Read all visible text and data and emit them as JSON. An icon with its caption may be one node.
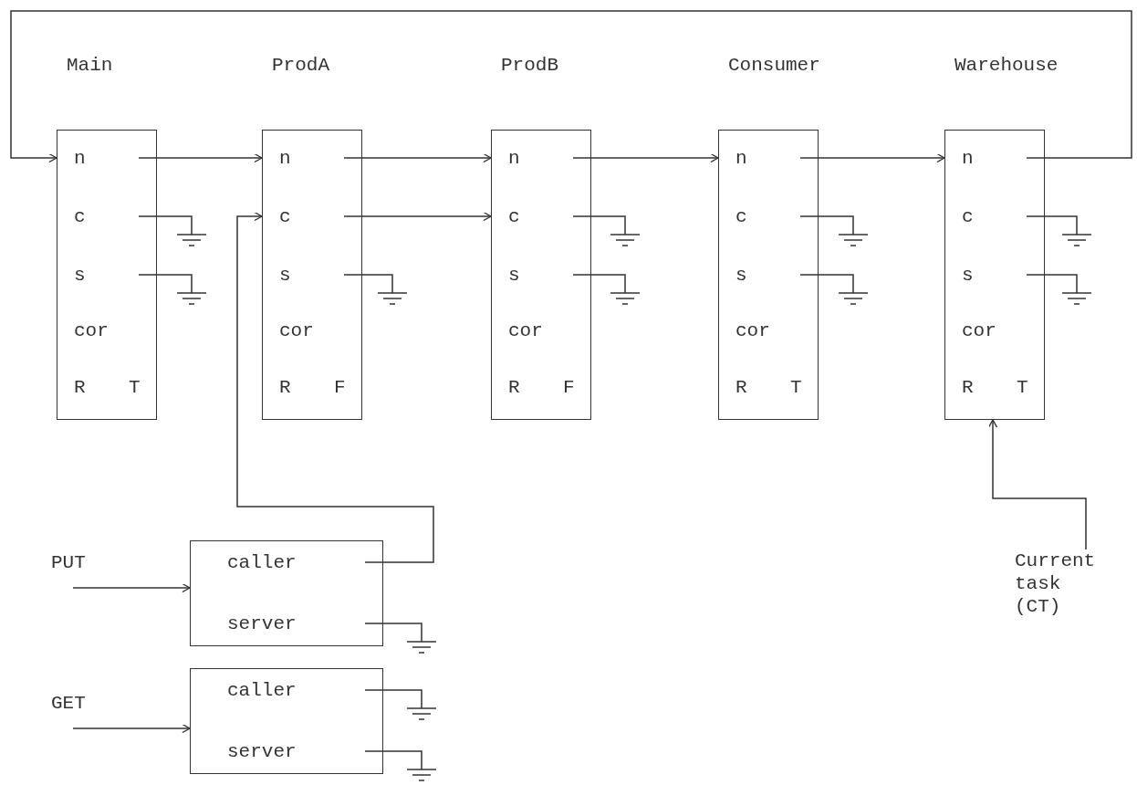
{
  "diagram": {
    "nodes": [
      {
        "text": [
          "Main",
          "n",
          "c",
          "s",
          "cor",
          "R",
          "T"
        ]
      },
      {
        "text": [
          "ProdA",
          "n",
          "c",
          "s",
          "cor",
          "R",
          "F"
        ]
      },
      {
        "text": [
          "ProdB",
          "n",
          "c",
          "s",
          "cor",
          "R",
          "F"
        ]
      },
      {
        "text": [
          "Consumer",
          "n",
          "c",
          "s",
          "cor",
          "R",
          "T"
        ]
      },
      {
        "text": [
          "Warehouse",
          "n",
          "c",
          "s",
          "cor",
          "R",
          "T"
        ]
      },
      {
        "text": [
          "PUT"
        ]
      },
      {
        "text": [
          "caller",
          "server"
        ]
      },
      {
        "text": [
          "GET"
        ]
      },
      {
        "text": [
          "caller",
          "server"
        ]
      },
      {
        "text": [
          "Current task (CT)"
        ]
      }
    ],
    "edges": [
      {
        "from": 0,
        "to": 1,
        "arrow": "to"
      },
      {
        "from": 1,
        "to": 2,
        "arrow": "to"
      },
      {
        "from": 1,
        "to": 2,
        "arrow": "to"
      },
      {
        "from": 2,
        "to": 3,
        "arrow": "to"
      },
      {
        "from": 3,
        "to": 4,
        "arrow": "to"
      },
      {
        "from": 4,
        "to": 0,
        "arrow": "to"
      },
      {
        "from": 6,
        "to": 1,
        "arrow": "to"
      },
      {
        "from": 5,
        "to": 6,
        "arrow": "to"
      },
      {
        "from": 7,
        "to": 8,
        "arrow": "to"
      },
      {
        "from": 9,
        "to": 4,
        "arrow": "to"
      }
    ]
  }
}
